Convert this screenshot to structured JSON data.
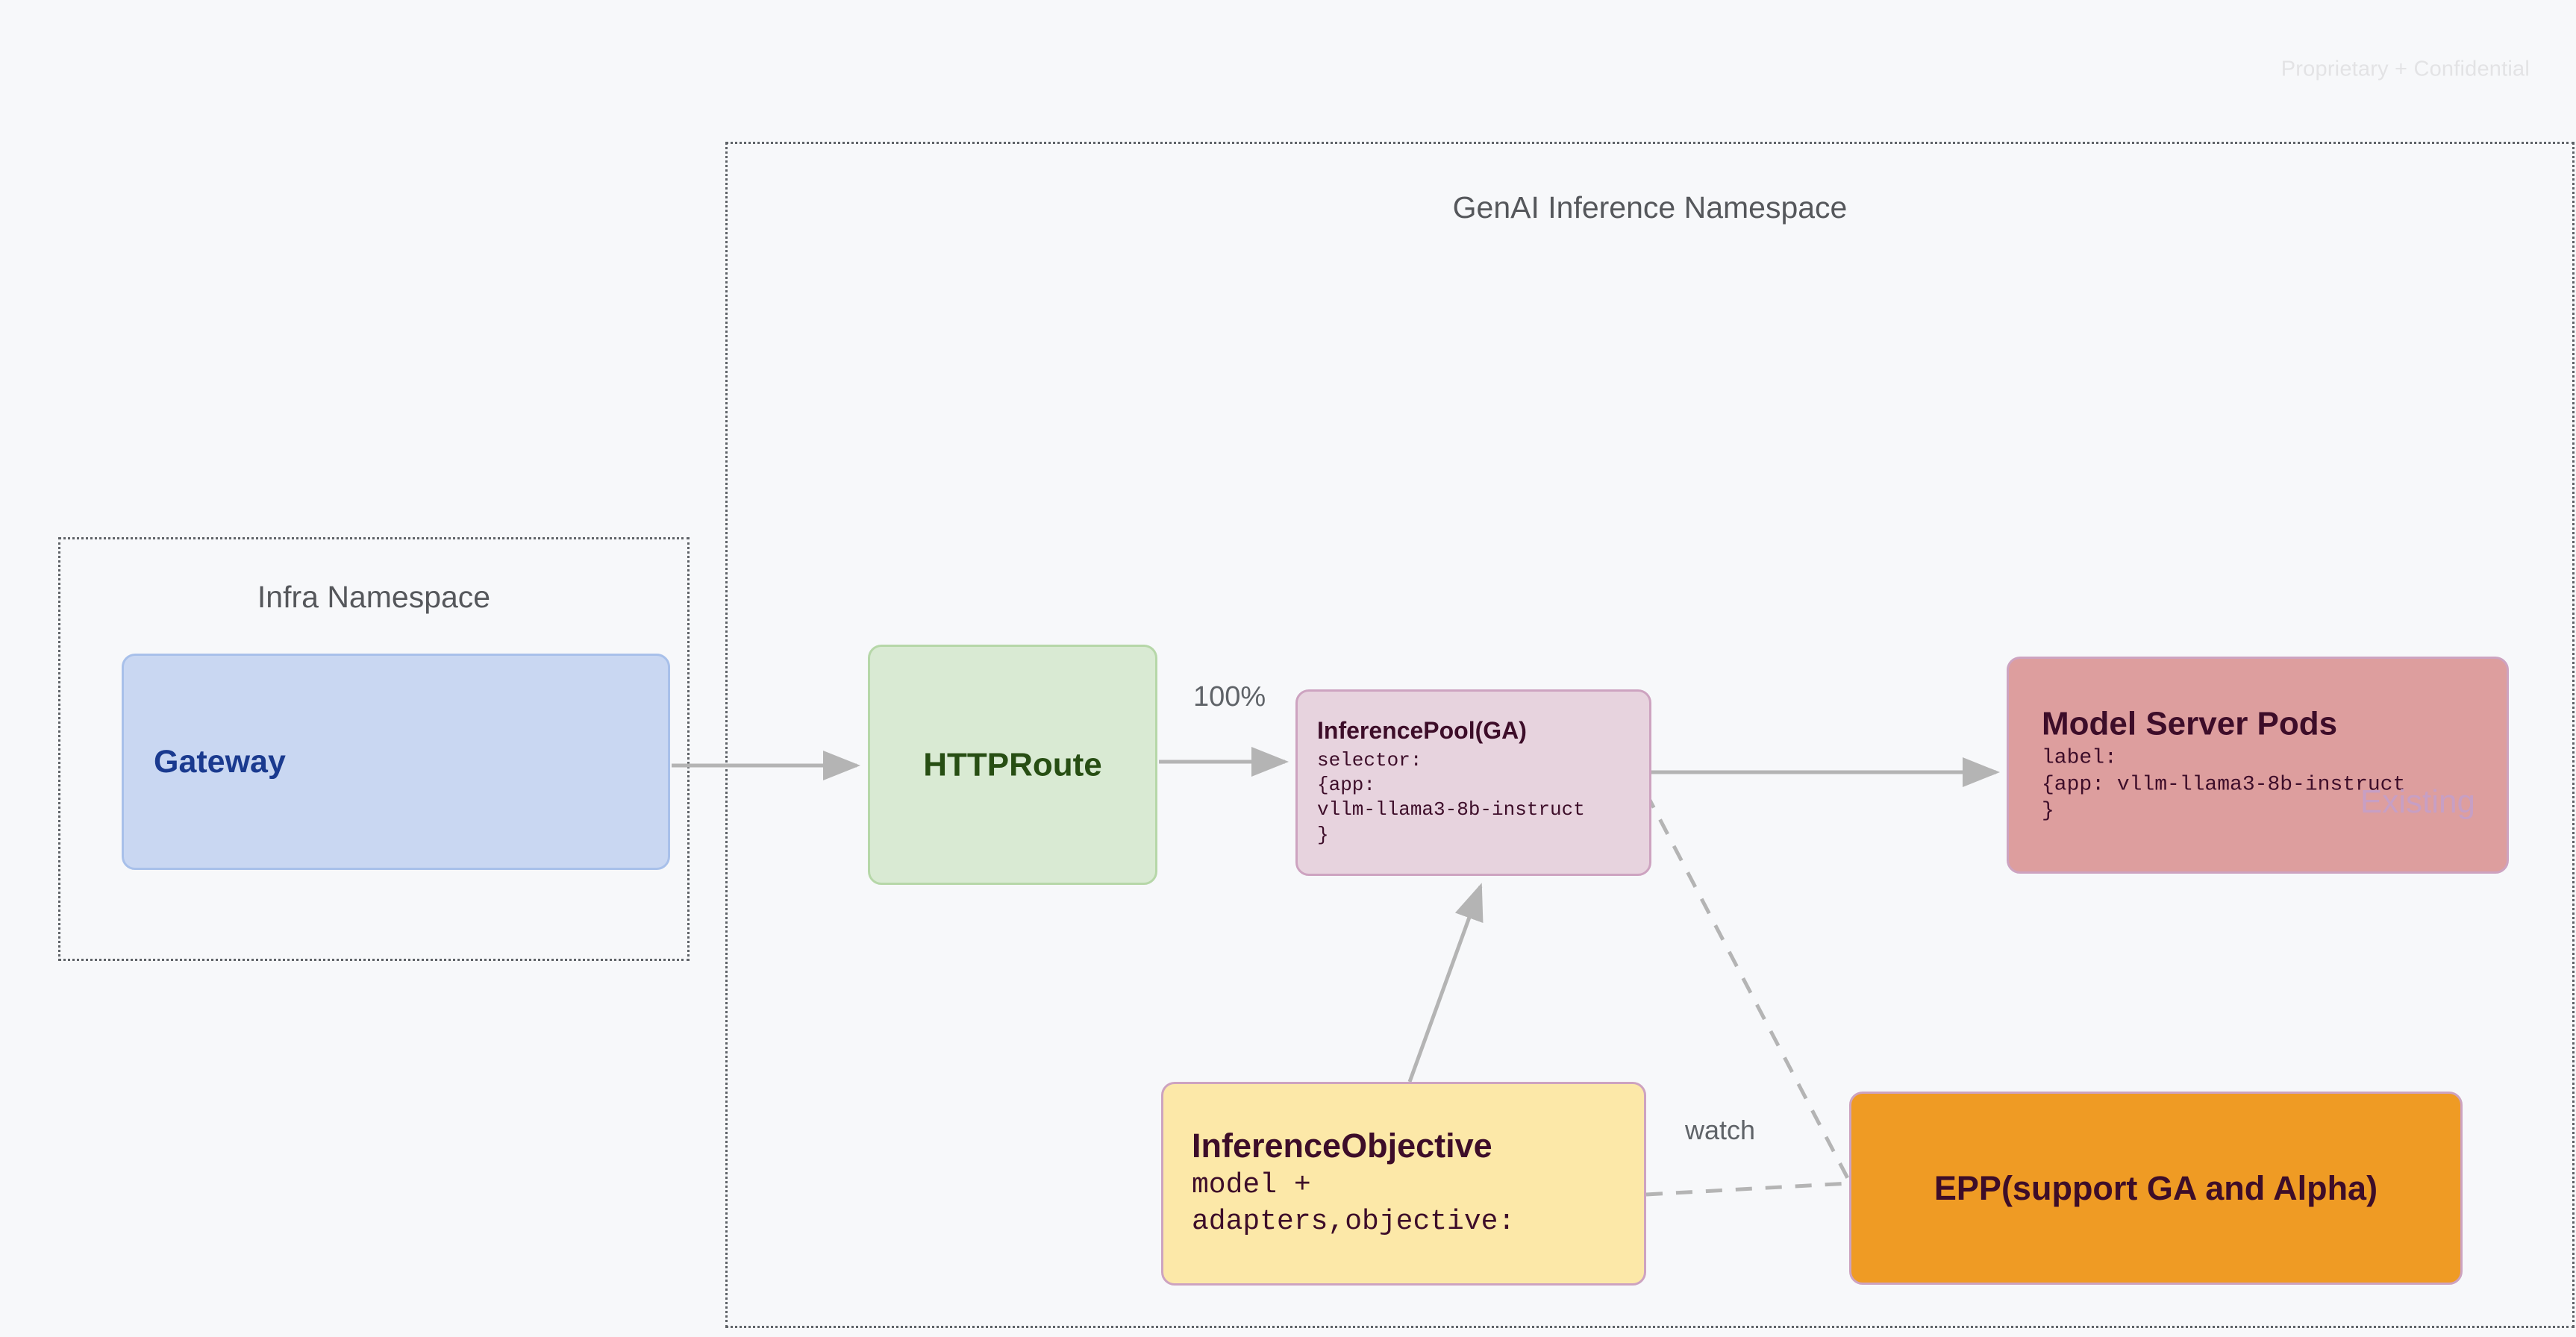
{
  "page": {
    "confidential_note": "Proprietary + Confidential",
    "background_color": "#f7f8fa"
  },
  "namespaces": [
    {
      "id": "infra",
      "title": "Infra Namespace",
      "border_style": "dotted",
      "border_color": "#5f6368"
    },
    {
      "id": "genai",
      "title": "GenAI Inference Namespace",
      "border_style": "dotted",
      "border_color": "#5f6368"
    }
  ],
  "nodes": {
    "gateway": {
      "title": "Gateway",
      "fill": "#c9d7f2",
      "border": "#a8c0ea",
      "text_color": "#1a3a8f"
    },
    "httproute": {
      "title": "HTTPRoute",
      "fill": "#d9ead3",
      "border": "#b6d7a8",
      "text_color": "#274e13"
    },
    "inferencepool": {
      "title": "InferencePool(GA)",
      "body": "selector:\n{app:\nvllm-llama3-8b-instruct\n}",
      "fill": "#e7d3de",
      "border": "#cda3c0",
      "text_color": "#3d0d29"
    },
    "modelserver": {
      "title": "Model Server Pods",
      "body": "label:\n{app: vllm-llama3-8b-instruct\n}",
      "watermark": "Existing",
      "fill": "#dd9e9e",
      "border": "#cda3c0",
      "text_color": "#3d0d29",
      "watermark_color": "#c79fc4"
    },
    "inferenceobjective": {
      "title": "InferenceObjective",
      "body": "model +\nadapters,objective:",
      "fill": "#fce8a8",
      "border": "#cda3c0",
      "text_color": "#3d0d29"
    },
    "epp": {
      "title": "EPP(support GA and Alpha)",
      "fill": "#ef9b24",
      "border": "#cda3c0",
      "text_color": "#3d0d29"
    }
  },
  "edges": [
    {
      "id": "gateway-to-httproute",
      "from": "gateway",
      "to": "httproute",
      "label": "",
      "style": "solid",
      "arrow": true
    },
    {
      "id": "httproute-to-inferencepool",
      "from": "httproute",
      "to": "inferencepool",
      "label": "100%",
      "style": "solid",
      "arrow": true
    },
    {
      "id": "inferencepool-to-modelserver",
      "from": "inferencepool",
      "to": "modelserver",
      "label": "",
      "style": "solid",
      "arrow": true
    },
    {
      "id": "inferenceobjective-to-inferencepool",
      "from": "inferenceobjective",
      "to": "inferencepool",
      "label": "",
      "style": "solid",
      "arrow": true
    },
    {
      "id": "inferencepool-to-epp",
      "from": "inferencepool",
      "to": "epp",
      "label": "",
      "style": "dashed",
      "arrow": false
    },
    {
      "id": "inferenceobjective-to-epp",
      "from": "inferenceobjective",
      "to": "epp",
      "label": "watch",
      "style": "dashed",
      "arrow": false
    }
  ],
  "edge_labels": {
    "traffic_weight": "100%",
    "watch": "watch"
  },
  "colors": {
    "edge_line": "#b4b4b4",
    "namespace_border": "#5f6368",
    "namespace_title": "#55575b",
    "confidential": "#e3e3e5"
  }
}
